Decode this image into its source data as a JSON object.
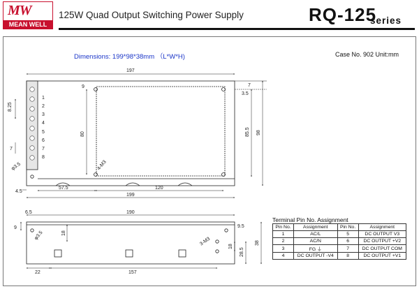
{
  "logo": {
    "mark": "MW",
    "name": "MEAN WELL"
  },
  "header": {
    "product_title": "125W Quad Output Switching Power Supply",
    "model": "RQ-125",
    "series": "series"
  },
  "drawing": {
    "dimensions_title": "Dimensions: 199*98*38mm （L*W*H)",
    "case_no": "Case No. 902   Unit:mm",
    "top_view": {
      "dims": {
        "overall_length": "197",
        "mount_top": "9",
        "right_edge": "7",
        "right_small": "3.5",
        "height_inner": "85.5",
        "height_total": "98",
        "pitch": "8.25",
        "pin_gap": "7",
        "inner_height": "80",
        "thread": "4-M3",
        "hole": "φ3.5",
        "left_offset": "4.5",
        "bottom_left": "57.5",
        "bottom_mid": "120",
        "length_total": "199"
      },
      "terminal_numbers": [
        "1",
        "2",
        "3",
        "4",
        "5",
        "6",
        "7",
        "8"
      ]
    },
    "side_view": {
      "dims": {
        "left_offset": "6.5",
        "length": "190",
        "top": "9",
        "hole": "φ3.5",
        "hole_height": "18",
        "thread": "3-M3",
        "right_top": "9.5",
        "right_hole": "18",
        "right_height": "28.5",
        "total_height": "38",
        "bottom_left": "22",
        "bottom_len": "157"
      }
    }
  },
  "pin_assignment": {
    "title": "Terminal Pin No.  Assignment",
    "headers": [
      "Pin No.",
      "Assignment",
      "Pin No.",
      "Assignment"
    ],
    "rows": [
      [
        "1",
        "AC/L",
        "5",
        "DC OUTPUT V3"
      ],
      [
        "2",
        "AC/N",
        "6",
        "DC OUTPUT +V2"
      ],
      [
        "3",
        "FG ⏚",
        "7",
        "DC OUTPUT COM"
      ],
      [
        "4",
        "DC OUTPUT -V4",
        "8",
        "DC OUTPUT +V1"
      ]
    ]
  },
  "colors": {
    "brand": "#c8102e",
    "title_blue": "#1a35c8"
  }
}
